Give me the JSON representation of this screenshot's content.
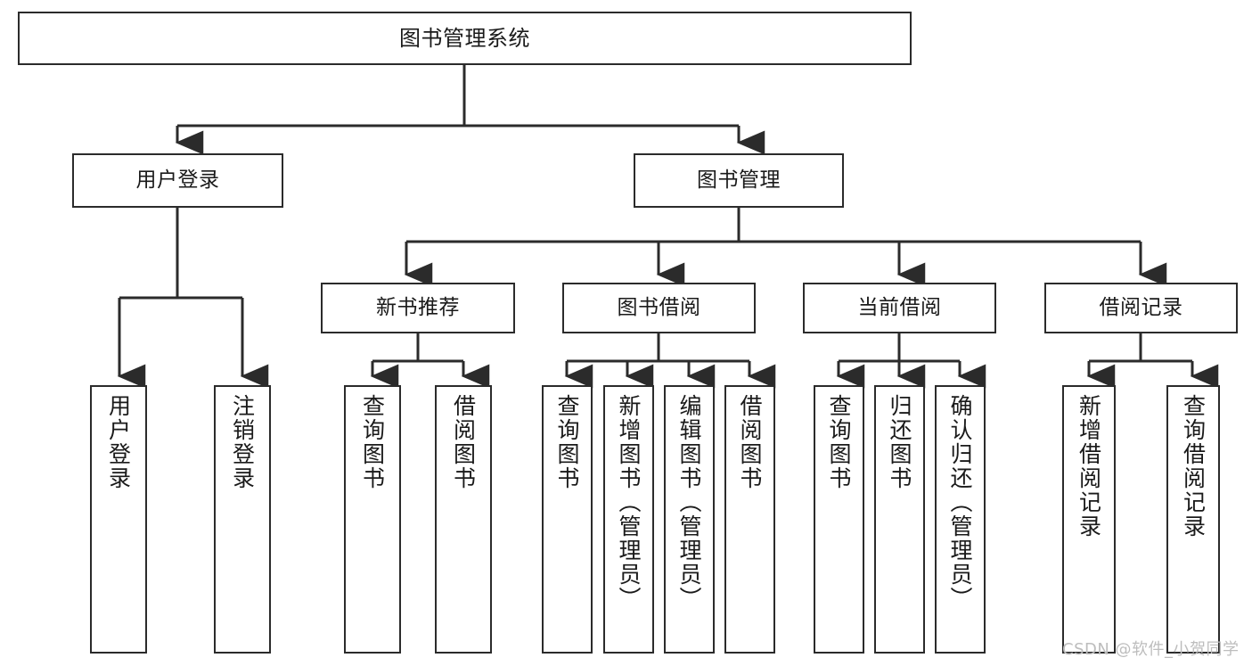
{
  "diagram": {
    "title": "图书管理系统",
    "type": "tree-hierarchy-flowchart",
    "stroke_color": "#2b2b2b",
    "fill_color": "#ffffff",
    "text_color": "#1a1a1a"
  },
  "nodes": {
    "root": {
      "label": "图书管理系统"
    },
    "level1": [
      {
        "label": "用户登录"
      },
      {
        "label": "图书管理"
      }
    ],
    "level2": [
      {
        "label": "新书推荐"
      },
      {
        "label": "图书借阅"
      },
      {
        "label": "当前借阅"
      },
      {
        "label": "借阅记录"
      }
    ],
    "leaves_user_login": [
      {
        "label": "用户登录"
      },
      {
        "label": "注销登录"
      }
    ],
    "leaves_new_book": [
      {
        "label": "查询图书"
      },
      {
        "label": "借阅图书"
      }
    ],
    "leaves_borrow": [
      {
        "label": "查询图书"
      },
      {
        "label": "新增图书（管理员）"
      },
      {
        "label": "编辑图书（管理员）"
      },
      {
        "label": "借阅图书"
      }
    ],
    "leaves_current": [
      {
        "label": "查询图书"
      },
      {
        "label": "归还图书"
      },
      {
        "label": "确认归还（管理员）"
      }
    ],
    "leaves_records": [
      {
        "label": "新增借阅记录"
      },
      {
        "label": "查询借阅记录"
      }
    ]
  },
  "watermark": {
    "text": "CSDN @软件_小贺同学",
    "color": "#bdbdbd"
  }
}
